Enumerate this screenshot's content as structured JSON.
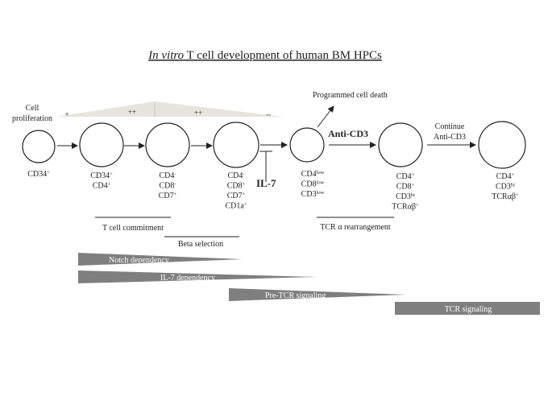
{
  "title": {
    "italic": "In vitro",
    "rest": " T cell development of human BM HPCs"
  },
  "proliferation": {
    "label_line1": "Cell",
    "label_line2": "proliferation",
    "marks": [
      "+",
      "++",
      "++",
      "--"
    ]
  },
  "cells": [
    {
      "lines": [
        {
          "base": "CD34",
          "sup": "+"
        }
      ]
    },
    {
      "lines": [
        {
          "base": "CD34",
          "sup": "+"
        },
        {
          "base": "CD4",
          "sup": "+"
        }
      ]
    },
    {
      "lines": [
        {
          "base": "CD4",
          "sup": "-"
        },
        {
          "base": "CD8",
          "sup": "-"
        },
        {
          "base": "CD7",
          "sup": "+"
        }
      ]
    },
    {
      "lines": [
        {
          "base": "CD4",
          "sup": "-"
        },
        {
          "base": "CD8",
          "sup": "+"
        },
        {
          "base": "CD7",
          "sup": "+"
        },
        {
          "base": "CD1a",
          "sup": "+"
        }
      ]
    },
    {
      "lines": [
        {
          "base": "CD4",
          "sup": "low"
        },
        {
          "base": "CD8",
          "sup": "low"
        },
        {
          "base": "CD3",
          "sup": "low"
        }
      ]
    },
    {
      "lines": [
        {
          "base": "CD4",
          "sup": "+"
        },
        {
          "base": "CD8",
          "sup": "+"
        },
        {
          "base": "CD3",
          "sup": "hi"
        },
        {
          "base": "TCRαβ",
          "sup": "+"
        }
      ]
    },
    {
      "lines": [
        {
          "base": "CD4",
          "sup": "+"
        },
        {
          "base": "CD3",
          "sup": "hi"
        },
        {
          "base": "TCRαβ",
          "sup": "+"
        }
      ]
    }
  ],
  "labels": {
    "il7": "IL-7",
    "programmed_death": "Programmed cell death",
    "anti_cd3": "Anti-CD3",
    "continue_line1": "Continue",
    "continue_line2": "Anti-CD3"
  },
  "stages": {
    "t_cell_commitment": "T cell commitment",
    "beta_selection": "Beta selection",
    "tcr_rearrangement": "TCR α rearrangement"
  },
  "bars": [
    {
      "label": "Notch dependency"
    },
    {
      "label": "IL-7 dependency"
    },
    {
      "label": "Pre-TCR signaling"
    },
    {
      "label": "TCR signaling"
    }
  ],
  "colors": {
    "bar_fill": "#7f7f7f",
    "wedge_fill": "#e6e4dc",
    "line": "#222222"
  }
}
